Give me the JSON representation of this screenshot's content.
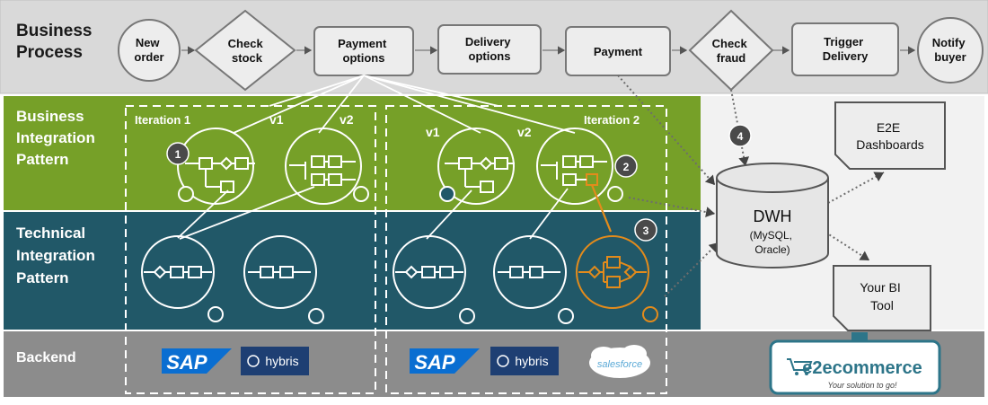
{
  "colors": {
    "process_band": "#d9d9d9",
    "business_band": "#76a028",
    "technical_band": "#215868",
    "backend_band": "#8c8c8c",
    "dwh_panel": "#f2f2f2",
    "highlight": "#e38b1b",
    "badge": "#4a4a4a",
    "sap_blue": "#0a6ed1",
    "e2e_border": "#2d7589"
  },
  "rows": {
    "business_process": [
      "Business",
      "Process"
    ],
    "business_integration": [
      "Business",
      "Integration",
      "Pattern"
    ],
    "technical_integration": [
      "Technical",
      "Integration",
      "Pattern"
    ],
    "backend": "Backend"
  },
  "process_steps": [
    {
      "shape": "circle",
      "lines": [
        "New",
        "order"
      ]
    },
    {
      "shape": "diamond",
      "lines": [
        "Check",
        "stock"
      ]
    },
    {
      "shape": "rect",
      "lines": [
        "Payment",
        "options"
      ]
    },
    {
      "shape": "rect",
      "lines": [
        "Delivery",
        "options"
      ]
    },
    {
      "shape": "rect",
      "lines": [
        "Payment"
      ]
    },
    {
      "shape": "diamond",
      "lines": [
        "Check",
        "fraud"
      ]
    },
    {
      "shape": "rect",
      "lines": [
        "Trigger",
        "Delivery"
      ]
    },
    {
      "shape": "circle",
      "lines": [
        "Notify",
        "buyer"
      ]
    }
  ],
  "iterations": {
    "iteration1": {
      "label": "Iteration 1",
      "v1": "v1",
      "v2": "v2"
    },
    "iteration2": {
      "label": "Iteration 2",
      "v1": "v1",
      "v2": "v2"
    }
  },
  "badges": [
    "1",
    "2",
    "3",
    "4"
  ],
  "dwh": {
    "title": "DWH",
    "lines": [
      "(MySQL,",
      "Oracle)"
    ]
  },
  "dashboards": [
    "E2E",
    "Dashboards"
  ],
  "bi_tool": [
    "Your BI",
    "Tool"
  ],
  "backend_logos": {
    "sap": "SAP",
    "hybris": "hybris",
    "salesforce": "salesforce"
  },
  "e2e_logo": {
    "brand": "e2ecommerce",
    "tagline": "Your solution to go!"
  }
}
